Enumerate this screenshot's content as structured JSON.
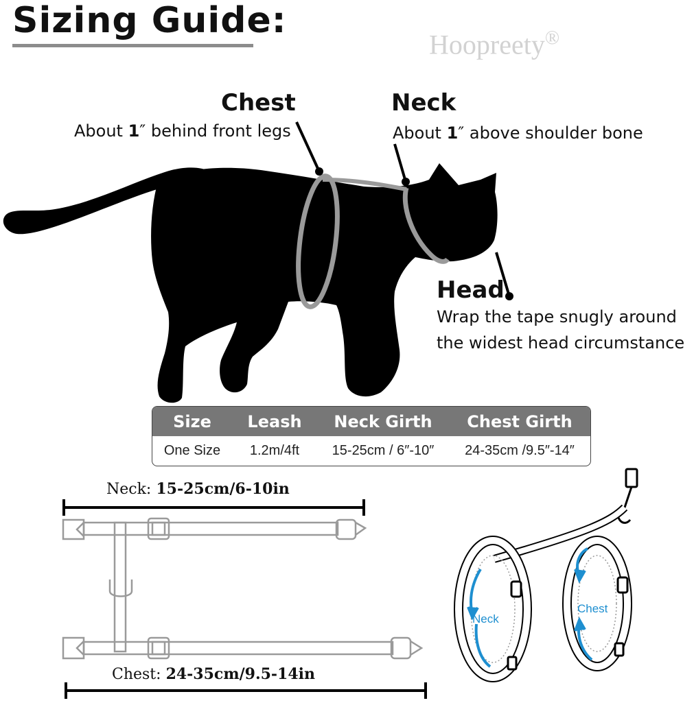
{
  "header": {
    "title": "Sizing Guide:",
    "watermark": "Hoopreety",
    "watermark_mark": "®"
  },
  "measure_points": {
    "chest": {
      "title": "Chest",
      "desc_pre": "About ",
      "desc_num": "1",
      "desc_post": "″ behind front legs"
    },
    "neck": {
      "title": "Neck",
      "desc_pre": "About ",
      "desc_num": "1",
      "desc_post": "″ above shoulder bone"
    },
    "head": {
      "title": "Head",
      "line1": "Wrap the tape snugly around",
      "line2": "the widest head circumstance"
    }
  },
  "size_table": {
    "headers": [
      "Size",
      "Leash",
      "Neck Girth",
      "Chest Girth"
    ],
    "rows": [
      [
        "One Size",
        "1.2m/4ft",
        "15-25cm / 6″-10″",
        "24-35cm /9.5″-14″"
      ]
    ]
  },
  "strap_diagram": {
    "neck_label": "Neck: ",
    "neck_value": "15-25cm/6-10in",
    "chest_label": "Chest: ",
    "chest_value": "24-35cm/9.5-14in"
  },
  "harness_illustration": {
    "neck_label": "Neck",
    "chest_label": "Chest"
  },
  "colors": {
    "table_header": "#777777",
    "harness_loop": "#9a9a9a",
    "arrow_blue": "#1e8fd0",
    "silhouette": "#000000"
  }
}
